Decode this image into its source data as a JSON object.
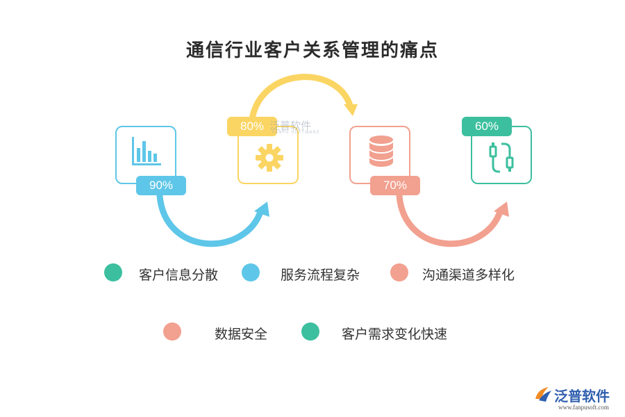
{
  "title": "通信行业客户关系管理的痛点",
  "colors": {
    "blue": "#5ec6e8",
    "yellow": "#fbd563",
    "salmon": "#f2a08f",
    "teal": "#3cbf9e"
  },
  "cards": [
    {
      "icon": "bar-chart-icon",
      "badge": "90%",
      "color": "#5ec6e8"
    },
    {
      "icon": "gear-icon",
      "badge": "80%",
      "color": "#fbd563"
    },
    {
      "icon": "database-icon",
      "badge": "70%",
      "color": "#f2a08f"
    },
    {
      "icon": "usb-cable-icon",
      "badge": "60%",
      "color": "#3cbf9e"
    }
  ],
  "legend": [
    {
      "label": "客户信息分散",
      "color": "#3cbf9e"
    },
    {
      "label": "服务流程复杂",
      "color": "#5ec6e8"
    },
    {
      "label": "沟通渠道多样化",
      "color": "#f2a08f"
    },
    {
      "label": "数据安全",
      "color": "#f2a08f"
    },
    {
      "label": "客户需求变化快速",
      "color": "#3cbf9e"
    }
  ],
  "watermark": {
    "text": "泛普软件",
    "sub": "FANPU SOFTWARE"
  },
  "logo": {
    "text": "泛普软件",
    "url": "www.fanpusoft.com"
  }
}
